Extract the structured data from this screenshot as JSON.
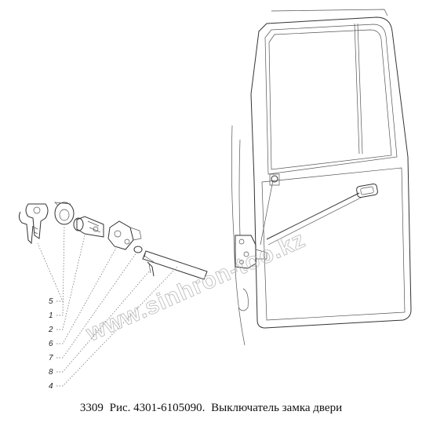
{
  "caption": {
    "model": "3309",
    "figure": "Рис. 4301-6105090.",
    "title": "Выключатель замка двери"
  },
  "watermark": "www.sinhron-too.kz",
  "callouts": [
    "5",
    "1",
    "2",
    "6",
    "7",
    "8",
    "4"
  ]
}
